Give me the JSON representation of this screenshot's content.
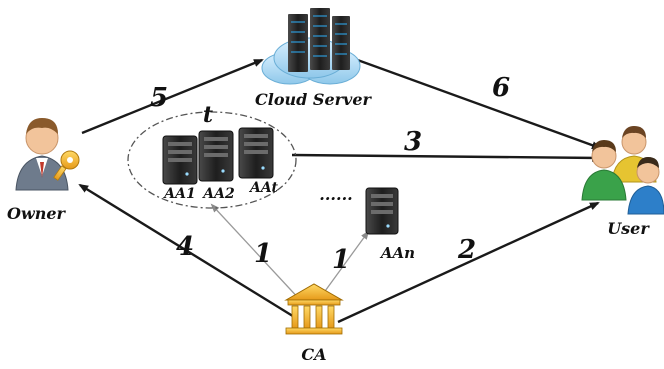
{
  "nodes": {
    "cloud_server": "Cloud Server",
    "owner": "Owner",
    "user": "User",
    "ca": "CA",
    "aa1": "AA1",
    "aa2": "AA2",
    "aat": "AAt",
    "aan": "AAn",
    "threshold": "t",
    "ellipsis": "......"
  },
  "edges": {
    "owner_to_cloud": "5",
    "cloud_to_user": "6",
    "aa_group_to_user": "3",
    "ca_to_owner": "4",
    "ca_to_aa_group": "1",
    "ca_to_aan": "1",
    "ca_to_user": "2"
  }
}
